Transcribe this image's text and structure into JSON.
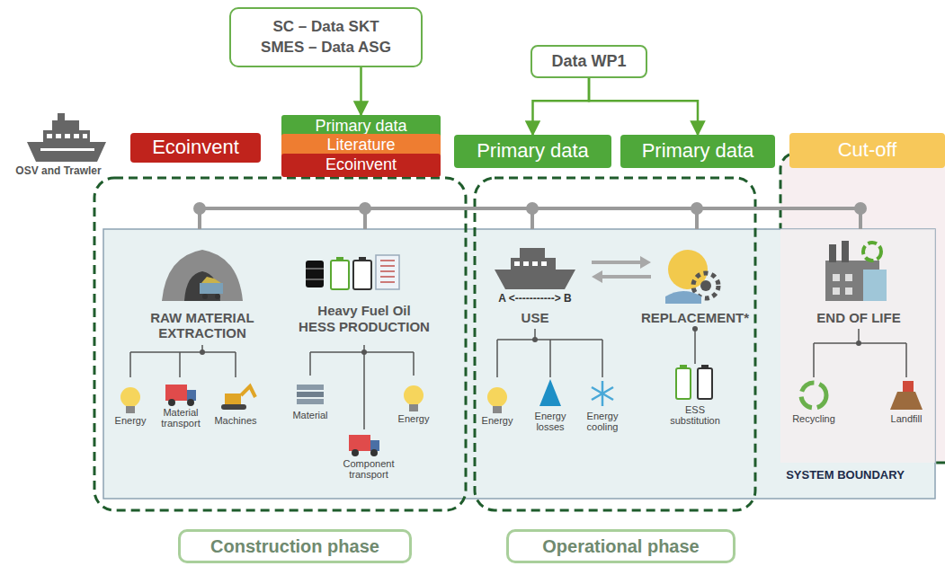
{
  "diagram": {
    "nodes": [
      {
        "text": [
          "SC – Data SKT",
          "SMES – Data ASG"
        ]
      },
      {
        "text": [
          "Data WP1"
        ]
      },
      {
        "text": [
          "Ecoinvent"
        ]
      },
      {
        "text": [
          "Primary data"
        ]
      },
      {
        "text": [
          "Literature"
        ]
      },
      {
        "text": [
          "Ecoinvent"
        ]
      },
      {
        "text": [
          "Primary data"
        ]
      },
      {
        "text": [
          "Primary data"
        ]
      },
      {
        "text": [
          "Cut-off"
        ]
      },
      {
        "text": [
          "Construction phase"
        ]
      },
      {
        "text": [
          "Operational phase"
        ]
      }
    ],
    "edges": [
      {
        "from": 0,
        "to": 3,
        "arrow": "to"
      },
      {
        "from": 1,
        "to": 6,
        "arrow": "to"
      },
      {
        "from": 1,
        "to": 7,
        "arrow": "to"
      }
    ],
    "labels": [
      "OSV and Trawler",
      "RAW MATERIAL EXTRACTION",
      "Heavy Fuel Oil",
      "HESS PRODUCTION",
      "Energy",
      "Material transport",
      "Machines",
      "Material",
      "Component transport",
      "Energy",
      "A <-----------> B",
      "USE",
      "REPLACEMENT*",
      "Energy",
      "Energy losses",
      "Energy cooling",
      "ESS substitution",
      "END OF LIFE",
      "Recycling",
      "Landfill",
      "SYSTEM BOUNDARY"
    ]
  }
}
